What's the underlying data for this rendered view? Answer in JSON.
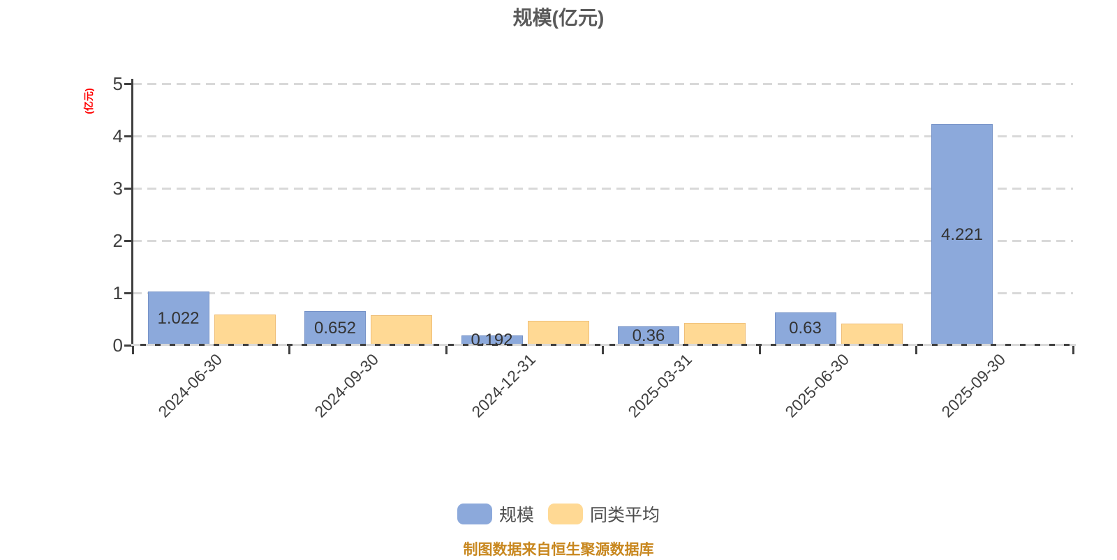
{
  "page": {
    "background": "#ffffff"
  },
  "colors": {
    "bar_blue": "#8CA9DB",
    "bar_blue_border": "#7693C8",
    "bar_yellow": "#FFD994",
    "bar_yellow_border": "#EFBE77",
    "axis": "#404040",
    "gridline": "#D9D9D9",
    "title_text": "#595959",
    "y_axis_name_red": "#FF0000",
    "bar_label_text": "#333333",
    "legend_text": "#4D4D4D",
    "footnote_orange": "#C8871E"
  },
  "chart_data": {
    "type": "bar",
    "title": "规模(亿元)",
    "y_axis_name": "(亿元)",
    "categories": [
      "2024-06-30",
      "2024-09-30",
      "2024-12-31",
      "2025-03-31",
      "2025-06-30",
      "2025-09-30"
    ],
    "series": [
      {
        "name": "规模",
        "color": "#8CA9DB",
        "border_color": "#7693C8",
        "values": [
          1.022,
          0.652,
          0.192,
          0.36,
          0.63,
          4.221
        ],
        "data_labels": [
          "1.022",
          "0.652",
          "0.192",
          "0.36",
          "0.63",
          "4.221"
        ]
      },
      {
        "name": "同类平均",
        "color": "#FFD994",
        "border_color": "#EFBE77",
        "values": [
          0.59,
          0.57,
          0.47,
          0.43,
          0.41,
          null
        ],
        "data_labels": [
          null,
          null,
          null,
          null,
          null,
          null
        ]
      }
    ],
    "ylim": [
      0,
      5
    ],
    "y_ticks": [
      0,
      1,
      2,
      3,
      4,
      5
    ],
    "grid": {
      "style": "dashed",
      "color": "#D9D9D9"
    },
    "legend": {
      "position": "bottom",
      "items": [
        "规模",
        "同类平均"
      ]
    },
    "footnote": "制图数据来自恒生聚源数据库"
  }
}
